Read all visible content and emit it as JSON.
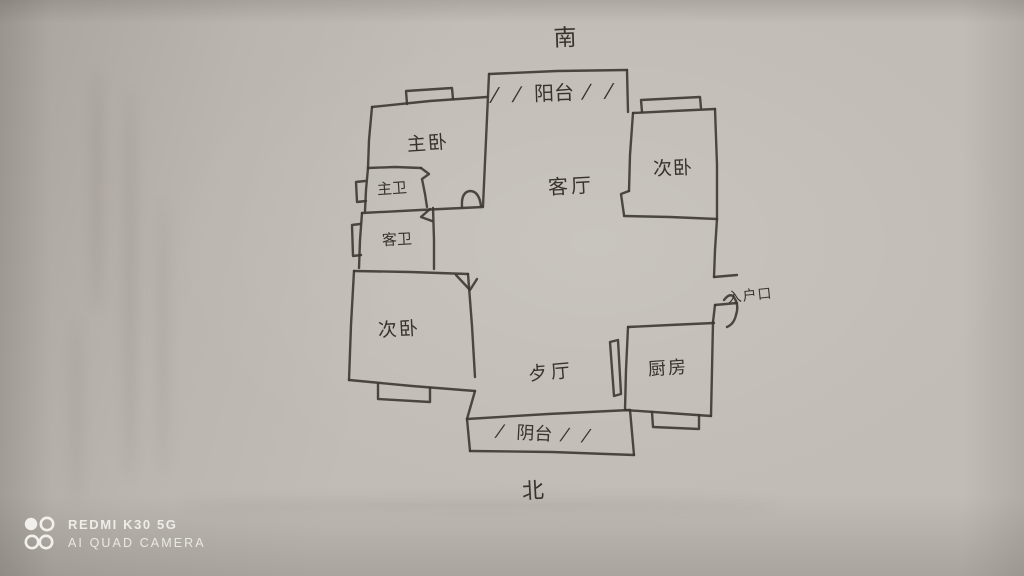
{
  "compass": {
    "south": "南",
    "north": "北"
  },
  "rooms": {
    "balcony_south": {
      "name": "阳台",
      "hatch_prefix": "/ /",
      "hatch_suffix": "/ /"
    },
    "living_room": {
      "name": "客厅"
    },
    "master_bedroom": {
      "name": "主卧"
    },
    "master_bathroom": {
      "name": "主卫"
    },
    "guest_bathroom": {
      "name": "客卫"
    },
    "bedroom_northeast": {
      "name": "次卧"
    },
    "bedroom_southwest": {
      "name": "次卧"
    },
    "kitchen": {
      "name": "厨房"
    },
    "dining_room": {
      "name": "歺厅"
    },
    "balcony_north": {
      "name": "阴台",
      "hatch_prefix": "/",
      "hatch_suffix": "/ /"
    },
    "entrance": {
      "name": "入户口"
    }
  },
  "watermark": {
    "device": "REDMI K30 5G",
    "camera": "AI QUAD CAMERA"
  },
  "colors": {
    "paper": "#c1bcb5",
    "ink": "#3d3831",
    "watermark_text": "#f2f0ec"
  }
}
